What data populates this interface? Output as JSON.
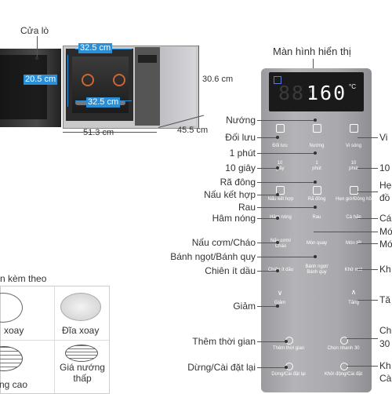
{
  "microwave": {
    "door_label": "Cửa lò",
    "inner_width": "32.5 cm",
    "inner_height": "20.5 cm",
    "inner_depth": "32.5 cm",
    "outer_height": "30.6 cm",
    "outer_width": "51.3 cm",
    "outer_depth": "45.5 cm"
  },
  "accessories": {
    "title": "n kèm theo",
    "items": [
      {
        "label": "xoay"
      },
      {
        "label": "Đĩa xoay"
      },
      {
        "label": "ng cao"
      },
      {
        "label": "Giá nướng thấp"
      }
    ]
  },
  "panel": {
    "display_label": "Màn hình hiển thị",
    "display_value": "160",
    "display_unit": "°C",
    "display_ghost": "88:",
    "left_labels": [
      "Nướng",
      "Đối lưu",
      "1 phút",
      "10 giây",
      "Rã đông",
      "Nấu kết hợp",
      "Rau",
      "Hâm nóng",
      "Nấu cơm/Cháo",
      "Bánh ngọt/Bánh quy",
      "Chiên ít dầu",
      "Giảm",
      "Thêm thời gian",
      "Dừng/Cài đặt lại"
    ],
    "right_labels": [
      "Vi",
      "10",
      "Hẹ",
      "đồ",
      "Cá",
      "Mó",
      "Mó",
      "Kh",
      "Tă",
      "Ch",
      "30",
      "Kh",
      "Cà"
    ],
    "buttons": {
      "doi_luu": "Đối lưu",
      "nuong": "Nướng",
      "vi_song": "Vi sóng",
      "ten_giay": "10\ngiây",
      "one_phut": "1\nphút",
      "ten_phut": "10\nphút",
      "nau_ket_hop": "Nấu kết hợp",
      "ra_dong": "Rã đông",
      "hen_gio": "Hẹn giờ/Đồng hồ",
      "ham_nong": "Hâm nóng",
      "rau": "Rau",
      "ca_hap": "Cá hấp",
      "nau_com": "Nấu cơm/\nCháo",
      "mon_quay": "Món quay",
      "mon_tet": "Món tết",
      "chien_it_dau": "Chiên ít dầu",
      "banh_ngot": "Bánh ngọt/\nBánh quy",
      "khu_mui": "Khử mùi",
      "giam": "Giảm",
      "tang": "Tăng",
      "them_thoi_gian": "Thêm thời gian",
      "chon_nhanh": "Chọn nhanh 30",
      "dung": "Dừng/Cài đặt lại",
      "khoi_dong": "Khởi động/Cài đặt"
    }
  }
}
